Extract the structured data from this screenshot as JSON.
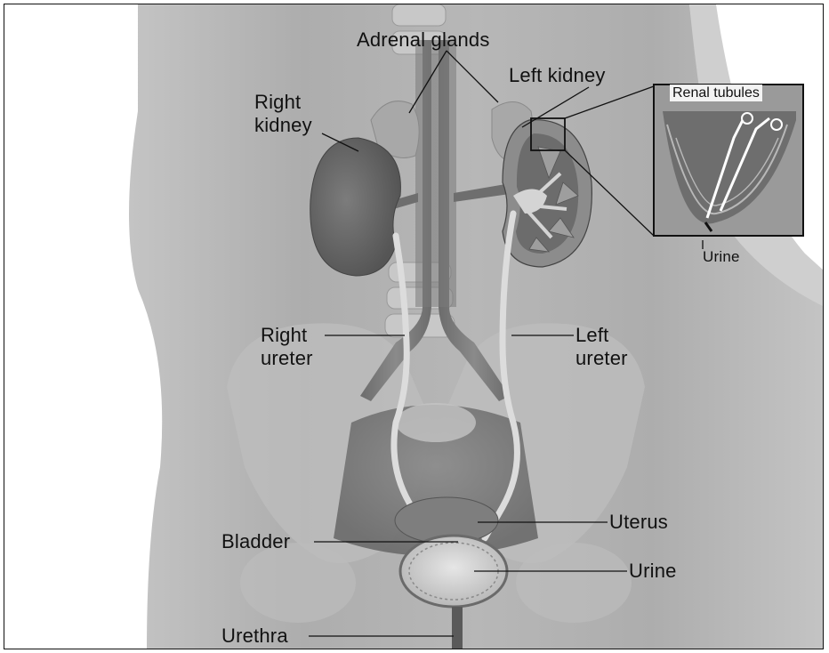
{
  "labels": {
    "adrenal_glands": "Adrenal glands",
    "left_kidney": "Left kidney",
    "right_kidney_line1": "Right",
    "right_kidney_line2": "kidney",
    "renal_tubules": "Renal tubules",
    "urine_inset": "Urine",
    "right_ureter_line1": "Right",
    "right_ureter_line2": "ureter",
    "left_ureter_line1": "Left",
    "left_ureter_line2": "ureter",
    "uterus": "Uterus",
    "bladder": "Bladder",
    "urine": "Urine",
    "urethra": "Urethra"
  }
}
